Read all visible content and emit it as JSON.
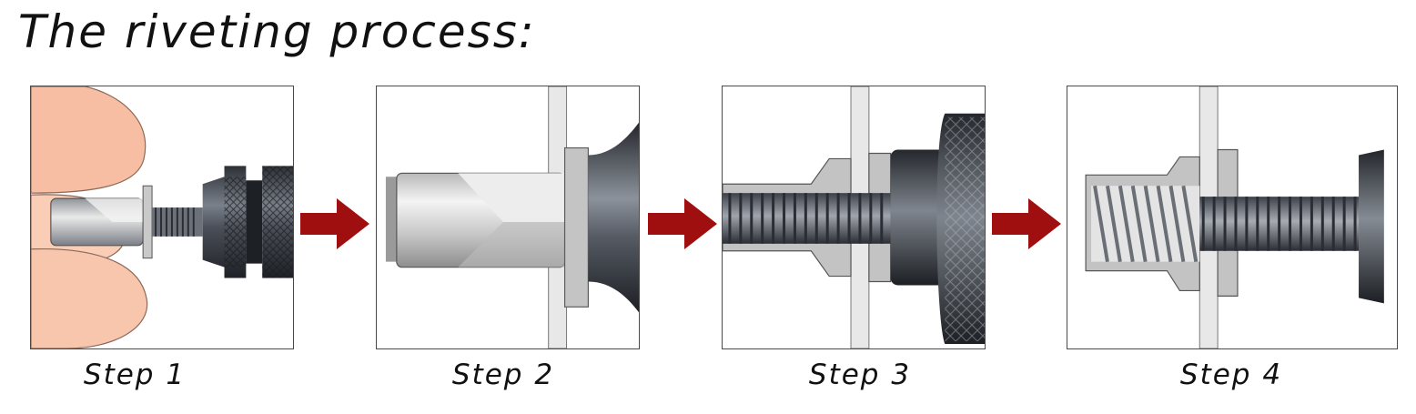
{
  "title": "The riveting process:",
  "steps": [
    {
      "label": "Step 1"
    },
    {
      "label": "Step 2"
    },
    {
      "label": "Step 3"
    },
    {
      "label": "Step 4"
    }
  ],
  "colors": {
    "arrow": "#a00f0f",
    "skin": "#f8c2a6",
    "tool": "#3e434c",
    "steel": "#d8d8d8",
    "sheet": "#e6e6e6"
  }
}
